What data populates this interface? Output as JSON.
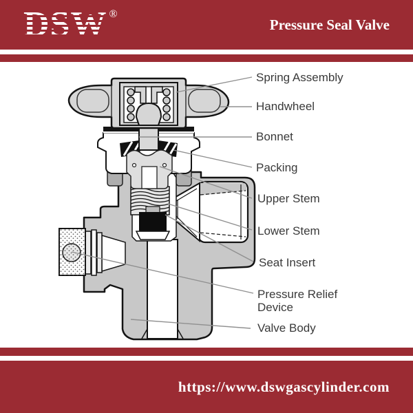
{
  "header": {
    "logo_text": "DSW",
    "registered_mark": "®",
    "title": "Pressure Seal Valve"
  },
  "diagram": {
    "description": "Cross-section diagram of a pressure seal valve",
    "labels": [
      {
        "id": "spring-assembly",
        "text": "Spring Assembly"
      },
      {
        "id": "handwheel",
        "text": "Handwheel"
      },
      {
        "id": "bonnet",
        "text": "Bonnet"
      },
      {
        "id": "packing",
        "text": "Packing"
      },
      {
        "id": "upper-stem",
        "text": "Upper Stem"
      },
      {
        "id": "lower-stem",
        "text": "Lower Stem"
      },
      {
        "id": "seat-insert",
        "text": "Seat Insert"
      },
      {
        "id": "pressure-relief-device",
        "text": "Pressure Relief Device"
      },
      {
        "id": "valve-body",
        "text": "Valve Body"
      }
    ]
  },
  "footer": {
    "url": "https://www.dswgascylinder.com"
  },
  "colors": {
    "brand_red": "#9b2b33",
    "diagram_gray": "#c8c8c8",
    "light_gray": "#d6d6d6",
    "leader_line": "#909090",
    "label_text": "#3a3a3a",
    "outline": "#141414"
  }
}
